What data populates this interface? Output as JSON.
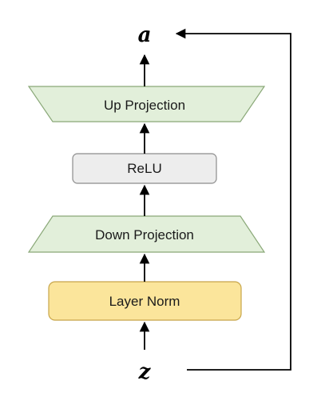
{
  "diagram": {
    "output_label": "a",
    "input_label": "z",
    "blocks": {
      "up_projection": "Up Projection",
      "relu": "ReLU",
      "down_projection": "Down Projection",
      "layer_norm": "Layer Norm"
    },
    "colors": {
      "projection_fill": "#e2efda",
      "projection_stroke": "#8aa878",
      "relu_fill": "#ededed",
      "relu_stroke": "#8c8c8c",
      "layer_norm_fill": "#fbe59b",
      "layer_norm_stroke": "#c8a54a",
      "line": "#000000"
    }
  }
}
